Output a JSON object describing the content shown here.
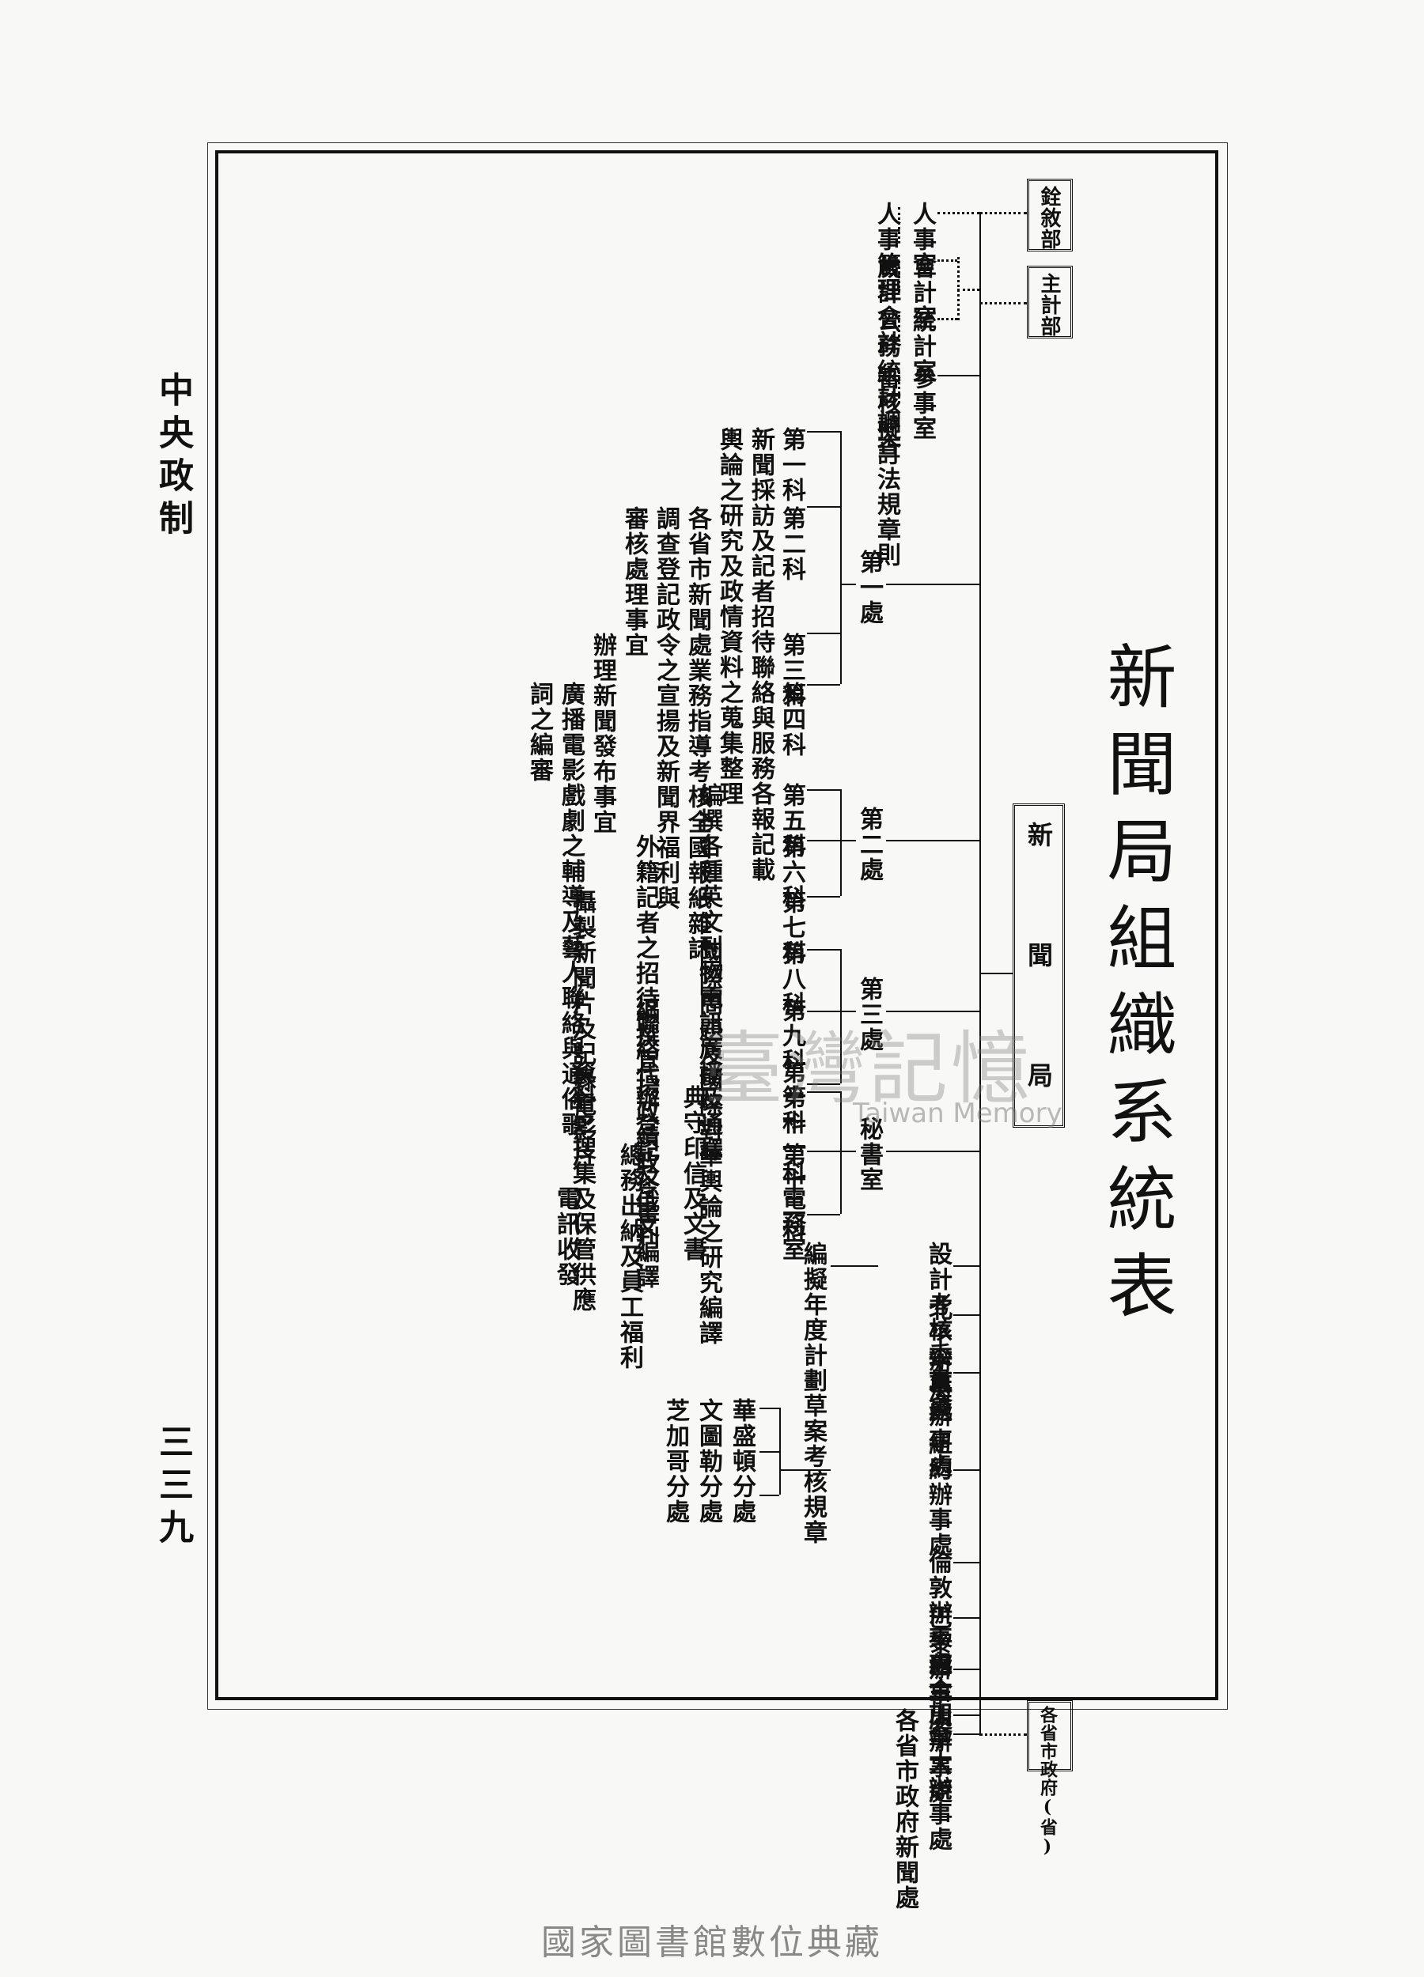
{
  "page": {
    "title": "新聞局組織系統表",
    "margin_label": "中央政制",
    "page_number": "三三九",
    "footer": "國家圖書館數位典藏",
    "watermark": "臺灣記憶",
    "watermark_en": "Taiwan Memory"
  },
  "boxes": {
    "root": "新聞局",
    "personnel": "銓敘部",
    "accounting": "主計部",
    "local_gov": "各省市政府(省)"
  },
  "top_units": [
    {
      "unit": "人事室",
      "duty": "人事管理"
    },
    {
      "unit": "會計室",
      "duty": "歲計會計"
    },
    {
      "unit": "統計室",
      "duty": "公務統計調查"
    },
    {
      "unit": "參事室",
      "duty": "審核擬訂法規章則"
    }
  ],
  "dept1": {
    "label": "第一處",
    "sections": [
      {
        "unit": "第一科",
        "duty": "新聞採訪及記者招待聯絡與服務各報記載"
      },
      {
        "unit": "",
        "duty": "輿論之研究及政情資料之蒐集整理"
      },
      {
        "unit": "第二科",
        "duty": "各省市新聞處業務指導考核全國報紙雜誌"
      },
      {
        "unit": "",
        "duty": "調查登記政令之宣揚及新聞界福利與"
      },
      {
        "unit": "",
        "duty": "審核處理事宜"
      },
      {
        "unit": "第三科",
        "duty": "辦理新聞發布事宜"
      },
      {
        "unit": "第四科",
        "duty": "廣播電影戲劇之輔導及藝人聯絡與通俗歌"
      },
      {
        "unit": "",
        "duty": "詞之編審"
      }
    ]
  },
  "dept2": {
    "label": "第二處",
    "sections": [
      {
        "unit": "第五科",
        "duty": "編撰各種英文刊物電訊廣播及通譯"
      },
      {
        "unit": "第六科",
        "duty": "外籍記者之招待聯絡代辦登記及俄文編譯"
      },
      {
        "unit": "第七科",
        "duty": "攝製新聞片及記錄電影片"
      }
    ]
  },
  "dept3": {
    "label": "第三處",
    "sections": [
      {
        "unit": "第八科",
        "duty": "國際問題及國際對華輿論之研究編譯"
      },
      {
        "unit": "第九科",
        "duty": "編撰宣揚政績政令書刊"
      },
      {
        "unit": "第十科",
        "duty": "資料之搜集及保管供應"
      }
    ]
  },
  "secretariat": {
    "label": "秘書室",
    "sections": [
      {
        "unit": "第十一科",
        "duty": "典守印信及文書"
      },
      {
        "unit": "第十二科",
        "duty": "總務出納及員工福利"
      },
      {
        "unit": "電務室",
        "duty": "電訊收發"
      }
    ]
  },
  "committee": {
    "unit": "設計考核委員會",
    "duty": "編擬年度計劃草案考核規章"
  },
  "offices": [
    {
      "name": "北平辦事處"
    },
    {
      "name": "上海辦事處"
    },
    {
      "name": "紐約辦事處"
    },
    {
      "name": "倫敦辦事處"
    },
    {
      "name": "巴黎辦事處"
    },
    {
      "name": "舊金山辦事處"
    },
    {
      "name": "加拿大辦事處"
    },
    {
      "name": "各省市政府新聞處"
    }
  ],
  "ny_branches": [
    "華盛頓分處",
    "文圖勒分處",
    "芝加哥分處"
  ]
}
